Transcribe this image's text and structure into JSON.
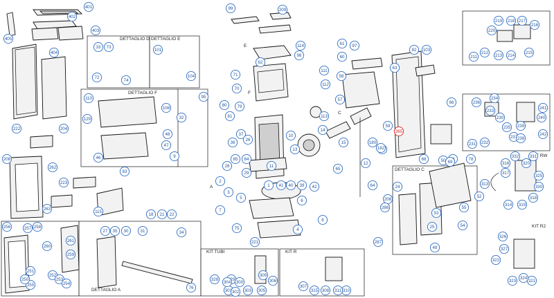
{
  "sections": [
    {
      "id": "dettaglio-d",
      "label": "DETTAGLIO D"
    },
    {
      "id": "dettaglio-e",
      "label": "DETTAGLIO E"
    },
    {
      "id": "dettaglio-f",
      "label": "DETTAGLIO F"
    },
    {
      "id": "dettaglio-c",
      "label": "DETTAGLIO C"
    },
    {
      "id": "dettaglio-a",
      "label": "DETTAGLIO A"
    },
    {
      "id": "kit-tubi",
      "label": "KIT TUBI"
    },
    {
      "id": "kit-r",
      "label": "KIT R"
    },
    {
      "id": "kit-rw",
      "label": "KIT RW"
    },
    {
      "id": "kit-r2",
      "label": "KIT R2"
    }
  ],
  "view_letters": [
    "E",
    "F",
    "C",
    "A"
  ],
  "callouts": [
    "401",
    "402",
    "403",
    "404",
    "405",
    "222",
    "99",
    "209",
    "114",
    "98",
    "97",
    "61",
    "60",
    "82",
    "103",
    "63",
    "33",
    "73",
    "72",
    "74",
    "101",
    "104",
    "110",
    "129",
    "108",
    "48",
    "47",
    "46",
    "58",
    "57",
    "59",
    "56",
    "66",
    "95",
    "9",
    "80",
    "81",
    "12",
    "32",
    "79",
    "111",
    "112",
    "113",
    "62",
    "71",
    "70",
    "204",
    "206",
    "262",
    "208",
    "223",
    "263",
    "83",
    "115",
    "18",
    "21",
    "22",
    "28",
    "85",
    "84",
    "2",
    "3",
    "5",
    "6",
    "7",
    "8",
    "75",
    "221",
    "4",
    "65",
    "29",
    "1",
    "36",
    "37",
    "26",
    "11",
    "41",
    "40",
    "42",
    "10",
    "13",
    "14",
    "15",
    "39",
    "64",
    "182",
    "180",
    "24",
    "25",
    "88",
    "53",
    "54",
    "55",
    "49",
    "50",
    "51",
    "52",
    "69",
    "78",
    "313",
    "314",
    "316",
    "317",
    "318",
    "319",
    "320",
    "325",
    "330",
    "331",
    "332",
    "286",
    "287",
    "256",
    "255",
    "257",
    "258",
    "259",
    "260",
    "261",
    "251",
    "250",
    "252",
    "253",
    "254",
    "27",
    "35",
    "30",
    "31",
    "34",
    "76",
    "328",
    "329",
    "300",
    "301",
    "302",
    "303",
    "309",
    "304",
    "305",
    "306",
    "307",
    "308",
    "310",
    "311",
    "315",
    "321",
    "322",
    "323",
    "324",
    "326",
    "327",
    "234",
    "232",
    "239",
    "236",
    "237",
    "238",
    "240",
    "241",
    "242",
    "230",
    "231",
    "233",
    "235",
    "211",
    "212",
    "213",
    "214",
    "215",
    "216",
    "217",
    "218",
    "219",
    "220"
  ],
  "highlighted_callout": "265"
}
